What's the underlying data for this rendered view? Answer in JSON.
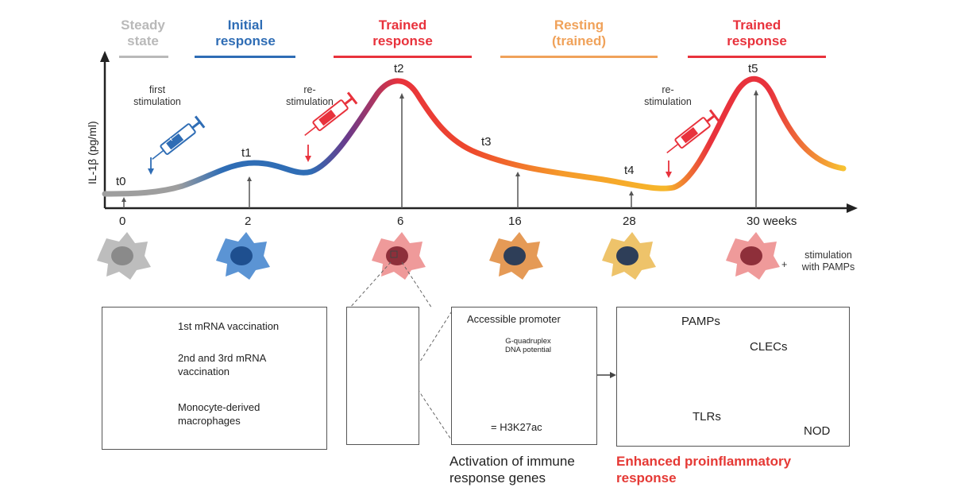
{
  "phases": [
    {
      "id": "steady",
      "line1": "Steady",
      "line2": "state",
      "color": "#b9b9b9"
    },
    {
      "id": "initial",
      "line1": "Initial",
      "line2": "response",
      "color": "#2f6db5"
    },
    {
      "id": "trained1",
      "line1": "Trained",
      "line2": "response",
      "color": "#e8323c"
    },
    {
      "id": "resting",
      "line1": "Resting",
      "line2": "(trained)",
      "color": "#f0a25a"
    },
    {
      "id": "trained2",
      "line1": "Trained",
      "line2": "response",
      "color": "#e8323c"
    }
  ],
  "y_axis_label": "IL-1β (pg/ml)",
  "timepoints": [
    "t0",
    "t1",
    "t2",
    "t3",
    "t4",
    "t5"
  ],
  "ticks": [
    "0",
    "2",
    "6",
    "16",
    "28",
    "30 weeks"
  ],
  "annotations": {
    "first_stim": "first\nstimulation",
    "restim1": "re-\nstimulation",
    "restim2": "re-\nstimulation",
    "stim_pamps": "stimulation\nwith PAMPs",
    "plus": "+"
  },
  "legend": {
    "vacc1": "1st mRNA vaccination",
    "vacc23": "2nd and 3rd mRNA\nvaccination",
    "macro": "Monocyte-derived\nmacrophages"
  },
  "promoter": {
    "title": "Accessible promoter",
    "gq": "G-quadruplex\nDNA potential",
    "mark": "= H3K27ac"
  },
  "receptors": {
    "pamps": "PAMPs",
    "clecs": "CLECs",
    "tlrs": "TLRs",
    "nod": "NOD"
  },
  "captions": {
    "activation": "Activation of immune\nresponse genes",
    "enhanced": "Enhanced proinflammatory\nresponse"
  },
  "colors": {
    "blue": "#2f6db5",
    "red": "#e8323c",
    "orange": "#f0a25a",
    "gray": "#9e9e9e",
    "yellow": "#f6c244"
  }
}
